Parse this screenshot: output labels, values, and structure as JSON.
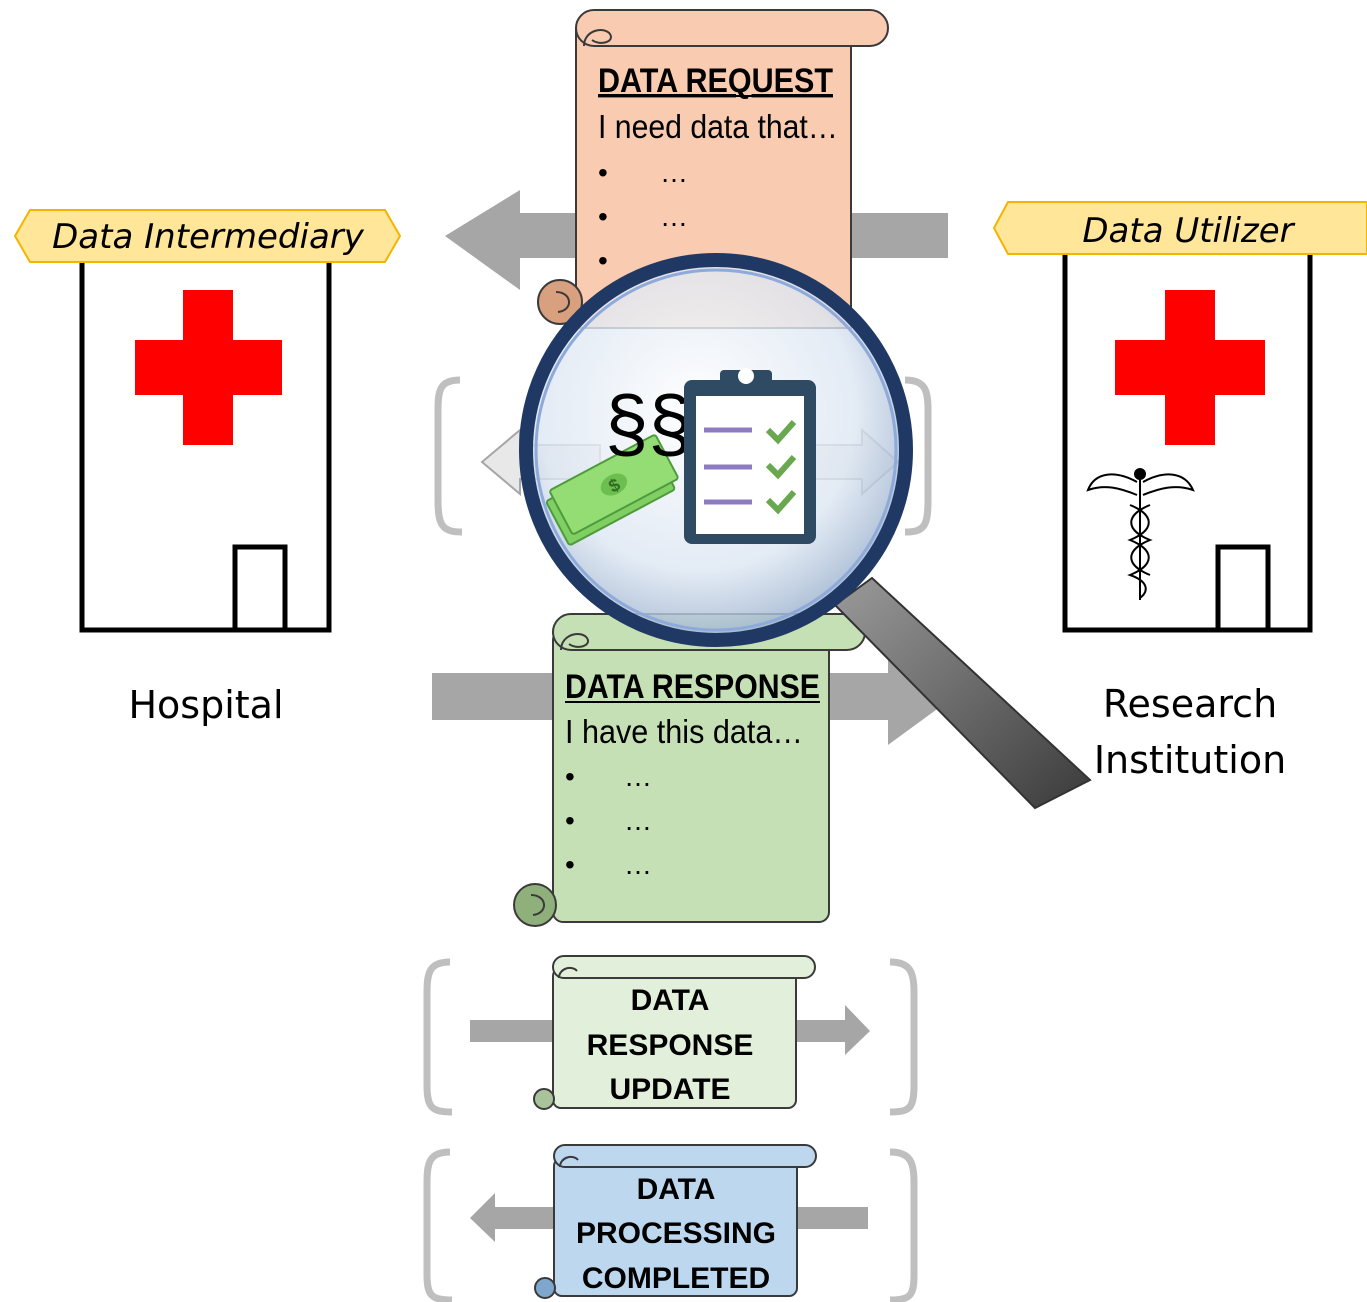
{
  "roles": {
    "intermediary": "Data Intermediary",
    "utilizer": "Data Utilizer"
  },
  "entities": {
    "left": "Hospital",
    "right_line1": "Research",
    "right_line2": "Institution"
  },
  "request_scroll": {
    "title": "DATA REQUEST",
    "subtitle": "I need data that…",
    "bullet": "•",
    "items": [
      "…",
      "…",
      "…"
    ]
  },
  "response_scroll": {
    "title": "DATA RESPONSE",
    "subtitle": "I have this data…",
    "bullet": "•",
    "items": [
      "…",
      "…",
      "…"
    ]
  },
  "magnifier": {
    "paragraph_symbol": "§§",
    "icons": [
      "money-icon",
      "clipboard-checklist-icon",
      "magnifier-icon"
    ]
  },
  "update_scroll": {
    "lines": [
      "DATA",
      "RESPONSE",
      "UPDATE"
    ]
  },
  "completed_scroll": {
    "lines": [
      "DATA",
      "PROCESSING",
      "COMPLETED"
    ]
  },
  "colors": {
    "request_scroll": "#f9cbb0",
    "response_scroll": "#c5e0b4",
    "update_scroll": "#e2efda",
    "completed_scroll": "#bdd7ee",
    "role_tag": "#ffe699",
    "red_cross": "#ff0000",
    "arrow": "#a6a6a6",
    "bracket": "#bfbfbf"
  }
}
